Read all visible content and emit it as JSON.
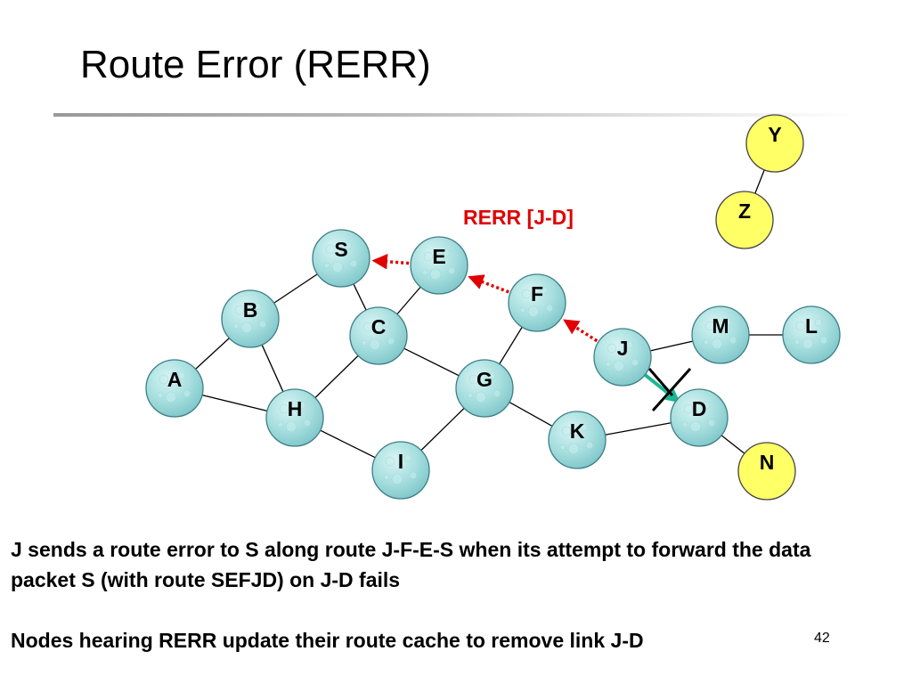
{
  "slide": {
    "title": "Route Error (RERR)",
    "caption_1": "J sends a route error to S along route J-F-E-S when its attempt to forward the data packet S (with route SEFJD) on J-D fails",
    "caption_2": "Nodes hearing RERR update their route cache to remove link J-D",
    "page_number": "42"
  },
  "diagram": {
    "rerr_label": "RERR [J-D]",
    "colors": {
      "node_fill": "#a6dede",
      "highlight_fill": "#ffff66",
      "rerr_arrow": "#e00000",
      "failed_link": "#19b894",
      "edge": "#000000"
    },
    "nodes": [
      {
        "id": "S",
        "label": "S",
        "style": "network"
      },
      {
        "id": "E",
        "label": "E",
        "style": "network"
      },
      {
        "id": "F",
        "label": "F",
        "style": "network"
      },
      {
        "id": "B",
        "label": "B",
        "style": "network"
      },
      {
        "id": "C",
        "label": "C",
        "style": "network"
      },
      {
        "id": "M",
        "label": "M",
        "style": "network"
      },
      {
        "id": "L",
        "label": "L",
        "style": "network"
      },
      {
        "id": "J",
        "label": "J",
        "style": "network"
      },
      {
        "id": "A",
        "label": "A",
        "style": "network"
      },
      {
        "id": "G",
        "label": "G",
        "style": "network"
      },
      {
        "id": "H",
        "label": "H",
        "style": "network"
      },
      {
        "id": "D",
        "label": "D",
        "style": "network"
      },
      {
        "id": "K",
        "label": "K",
        "style": "network"
      },
      {
        "id": "I",
        "label": "I",
        "style": "network"
      },
      {
        "id": "Y",
        "label": "Y",
        "style": "highlight"
      },
      {
        "id": "Z",
        "label": "Z",
        "style": "highlight"
      },
      {
        "id": "N",
        "label": "N",
        "style": "highlight"
      }
    ],
    "edges": [
      [
        "S",
        "B"
      ],
      [
        "S",
        "C"
      ],
      [
        "E",
        "C"
      ],
      [
        "B",
        "A"
      ],
      [
        "B",
        "H"
      ],
      [
        "A",
        "H"
      ],
      [
        "C",
        "H"
      ],
      [
        "C",
        "G"
      ],
      [
        "F",
        "G"
      ],
      [
        "H",
        "I"
      ],
      [
        "I",
        "G"
      ],
      [
        "G",
        "K"
      ],
      [
        "K",
        "D"
      ],
      [
        "J",
        "M"
      ],
      [
        "M",
        "L"
      ],
      [
        "D",
        "N"
      ],
      [
        "Z",
        "Y"
      ]
    ],
    "rerr_path": [
      [
        "J",
        "F"
      ],
      [
        "F",
        "E"
      ],
      [
        "E",
        "S"
      ]
    ],
    "failed_link": [
      "J",
      "D"
    ]
  }
}
